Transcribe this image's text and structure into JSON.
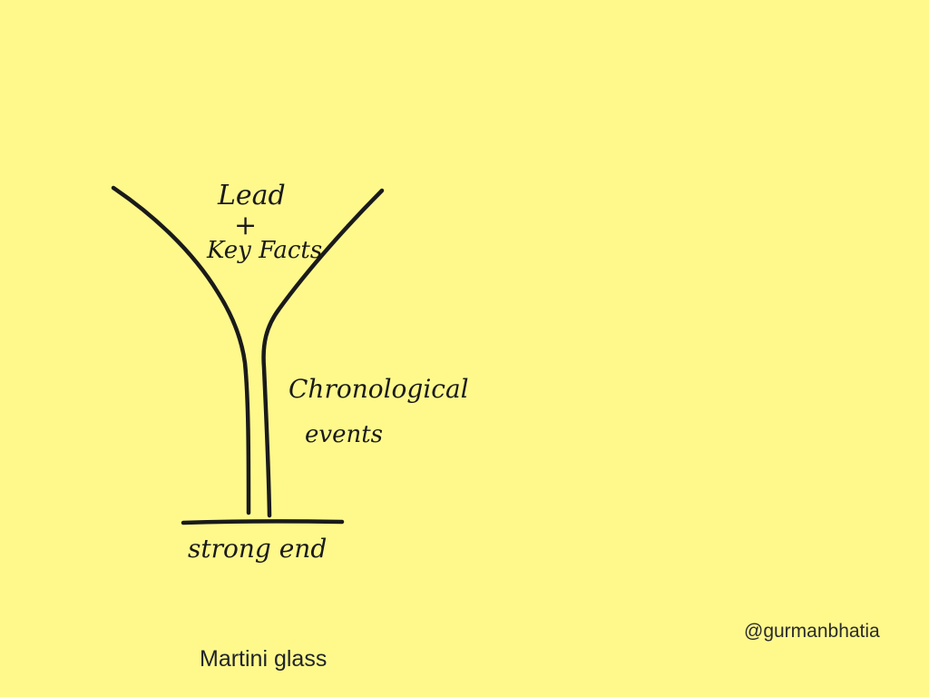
{
  "diagram": {
    "labels": {
      "lead": "Lead",
      "plus": "+",
      "key_facts": "Key Facts",
      "chronological": "Chronological",
      "events": "events",
      "strong_end": "strong end"
    }
  },
  "caption": "Martini glass",
  "handle": "@gurmanbhatia",
  "colors": {
    "background": "#fff98c",
    "ink": "#1a1a1a"
  }
}
